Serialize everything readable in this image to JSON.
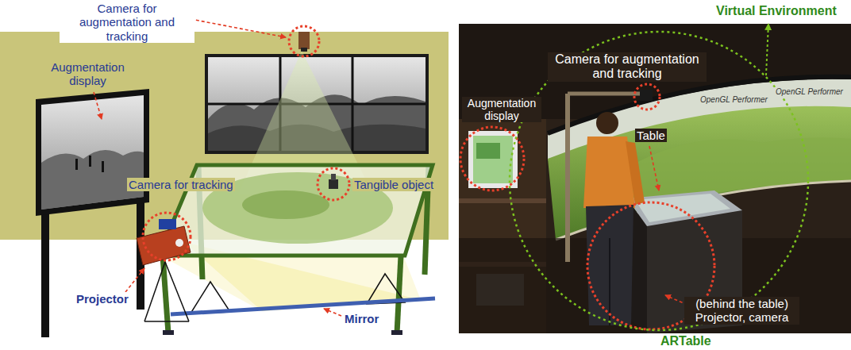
{
  "diagram": {
    "labels": [
      "Camera for augmentation and tracking",
      "Augmentation display",
      "Camera for tracking",
      "Tangible object",
      "Projector",
      "Mirror",
      "Virtual Environment",
      "Camera for augmentation and tracking",
      "Augmentation display",
      "Table",
      "(behind the table) Projector, camera",
      "ARTable",
      "OpenGL Performer",
      "OpenGL Performer"
    ]
  }
}
